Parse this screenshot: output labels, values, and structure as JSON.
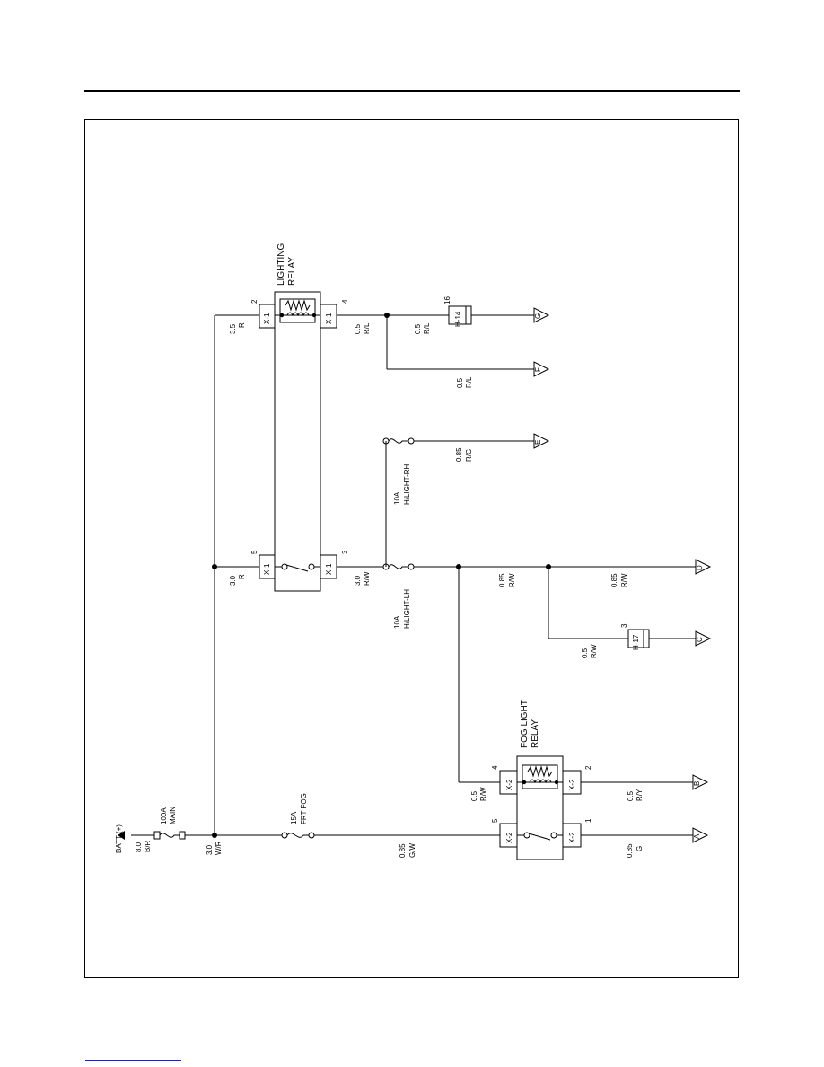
{
  "batt": {
    "label": "BATT (+)",
    "wire_size": "8.0",
    "wire_color": "B/R"
  },
  "fuse_main": {
    "rating": "100A",
    "name": "MAIN"
  },
  "fuse_fog": {
    "rating": "15A",
    "name": "FRT FOG"
  },
  "fuse_lh": {
    "rating": "10A",
    "name": "H/LIGHT-LH"
  },
  "fuse_rh": {
    "rating": "10A",
    "name": "H/LIGHT-RH"
  },
  "lighting_relay": {
    "line1": "LIGHTING",
    "line2": "RELAY",
    "pin_top_left": "2",
    "pin_top_right": "4",
    "pin_bottom_left": "5",
    "pin_bottom_right": "3",
    "connector": "X-1"
  },
  "fog_relay": {
    "line1": "FOG LIGHT",
    "line2": "RELAY",
    "pin_top_left": "4",
    "pin_top_right": "2",
    "pin_bottom_left": "5",
    "pin_bottom_right": "1",
    "connector": "X-2"
  },
  "connectors": {
    "h14": "H-14",
    "h14_pin": "16",
    "h17": "H-17",
    "h17_pin": "3"
  },
  "wires": {
    "wr": {
      "size": "3.0",
      "color": "W/R"
    },
    "r_top": {
      "size": "3.5",
      "color": "R"
    },
    "r_bot": {
      "size": "3.0",
      "color": "R"
    },
    "rl1": {
      "size": "0.5",
      "color": "R/L"
    },
    "rl2": {
      "size": "0.5",
      "color": "R/L"
    },
    "rl3": {
      "size": "0.5",
      "color": "R/L"
    },
    "rg": {
      "size": "0.85",
      "color": "R/G"
    },
    "rw30": {
      "size": "3.0",
      "color": "R/W"
    },
    "rw085a": {
      "size": "0.85",
      "color": "R/W"
    },
    "rw085b": {
      "size": "0.85",
      "color": "R/W"
    },
    "rw05a": {
      "size": "0.5",
      "color": "R/W"
    },
    "rw05b": {
      "size": "0.5",
      "color": "R/W"
    },
    "gw": {
      "size": "0.85",
      "color": "G/W"
    },
    "ry": {
      "size": "0.5",
      "color": "R/Y"
    },
    "g": {
      "size": "0.85",
      "color": "G"
    }
  },
  "terminals": {
    "a": "A",
    "b": "B",
    "c": "C",
    "d": "D",
    "e": "E",
    "f": "F",
    "g": "G"
  }
}
